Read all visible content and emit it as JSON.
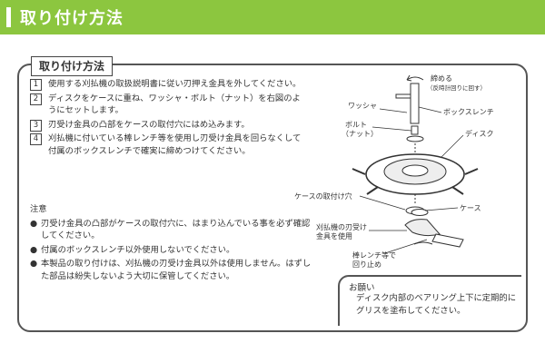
{
  "header": {
    "title": "取り付け方法"
  },
  "box": {
    "title": "取り付け方法"
  },
  "steps": [
    {
      "num": "1",
      "text": "使用する刈払機の取扱説明書に従い刃押え金具を外してください。"
    },
    {
      "num": "2",
      "text": "ディスクをケースに重ね、ワッシャ・ボルト（ナット）を右図のようにセットします。"
    },
    {
      "num": "3",
      "text": "刃受け金具の凸部をケースの取付穴にはめ込みます。"
    },
    {
      "num": "4",
      "text": "刈払機に付いている棒レンチ等を使用し刃受け金具を回らなくして付属のボックスレンチで確実に締めつけてください。"
    }
  ],
  "notes": {
    "heading": "注意",
    "bullet": "●",
    "items": [
      "刃受け金具の凸部がケースの取付穴に、はまり込んでいる事を必ず確認してください。",
      "付属のボックスレンチ以外使用しないでください。",
      "本製品の取り付けは、刈払機の刃受け金具以外は使用しません。はずした部品は紛失しないよう大切に保管してください。"
    ]
  },
  "diagram": {
    "tighten": "締める",
    "tighten_note": "（反時計回りに回す）",
    "washer": "ワッシャ",
    "box_wrench": "ボックスレンチ",
    "bolt": "ボルト",
    "nut": "（ナット）",
    "disc": "ディスク",
    "case_hole": "ケースの取付け穴",
    "case": "ケース",
    "blade_holder_1": "刈払機の刃受け",
    "blade_holder_2": "金具を使用",
    "stop_1": "棒レンチ等で",
    "stop_2": "回り止め"
  },
  "request": {
    "heading": "お願い",
    "text": "ディスク内部のベアリング上下に定期的にグリスを塗布してください。"
  }
}
